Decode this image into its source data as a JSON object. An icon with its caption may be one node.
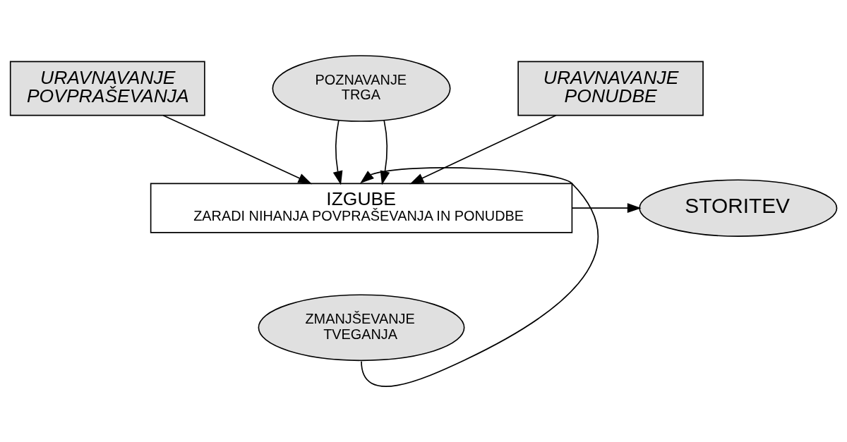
{
  "diagram": {
    "nodes": [
      {
        "text": [
          "URAVNAVANJE POVPRAŠEVANJA"
        ]
      },
      {
        "text": [
          "POZNAVANJE TRGA"
        ]
      },
      {
        "text": [
          "URAVNAVANJE PONUDBE"
        ]
      },
      {
        "text": [
          "IZGUBE",
          "ZARADI NIHANJA POVPRAŠEVANJA IN PONUDBE"
        ]
      },
      {
        "text": [
          "STORITEV"
        ]
      },
      {
        "text": [
          "ZMANJŠEVANJE TVEGANJA"
        ]
      }
    ],
    "edges": [
      {
        "from": 0,
        "to": 3,
        "arrow": "to"
      },
      {
        "from": 1,
        "to": 3,
        "arrow": "to"
      },
      {
        "from": 1,
        "to": 3,
        "arrow": "to"
      },
      {
        "from": 2,
        "to": 3,
        "arrow": "to"
      },
      {
        "from": 3,
        "to": 4,
        "arrow": "to"
      },
      {
        "from": 5,
        "to": 3,
        "arrow": "to"
      }
    ]
  }
}
